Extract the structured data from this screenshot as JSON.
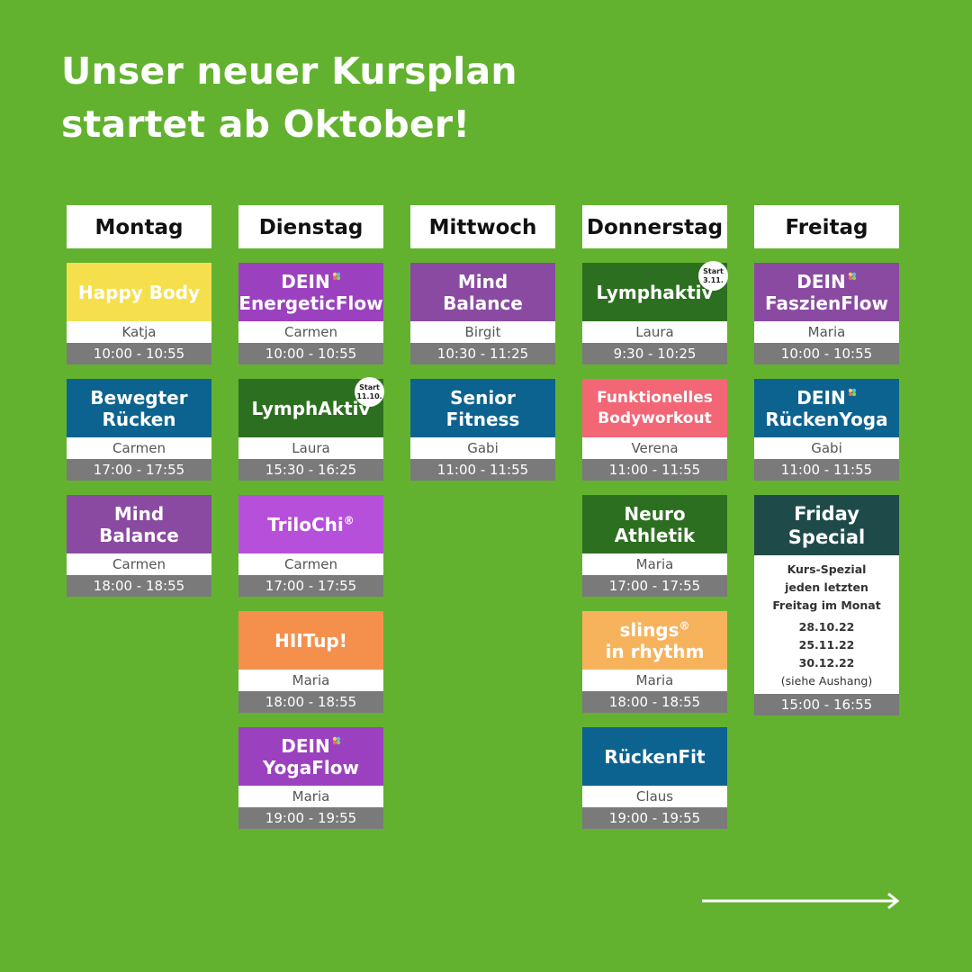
{
  "headline": {
    "line1": "Unser neuer Kursplan",
    "line2": "startet ab Oktober!"
  },
  "days": [
    {
      "name": "Montag",
      "courses": [
        {
          "lines": [
            "Happy Body"
          ],
          "color": "#f6df4c",
          "trainer": "Katja",
          "time": "10:00 - 10:55"
        },
        {
          "lines": [
            "Bewegter",
            "Rücken"
          ],
          "color": "#0d6390",
          "trainer": "Carmen",
          "time": "17:00 - 17:55"
        },
        {
          "lines": [
            "Mind",
            "Balance"
          ],
          "color": "#8a4aa2",
          "trainer": "Carmen",
          "time": "18:00 - 18:55"
        }
      ]
    },
    {
      "name": "Dienstag",
      "courses": [
        {
          "lines": [
            "DEIN",
            "EnergeticFlow"
          ],
          "dein": true,
          "color": "#9b41bf",
          "trainer": "Carmen",
          "time": "10:00 - 10:55"
        },
        {
          "lines": [
            "LymphAktiv"
          ],
          "color": "#2d6f20",
          "trainer": "Laura",
          "time": "15:30 - 16:25",
          "badge": [
            "Start",
            "11.10."
          ]
        },
        {
          "lines": [
            "TriloChi"
          ],
          "registered": true,
          "color": "#b64fd9",
          "trainer": "Carmen",
          "time": "17:00 - 17:55"
        },
        {
          "lines": [
            "HIITup!"
          ],
          "color": "#f4904c",
          "trainer": "Maria",
          "time": "18:00 - 18:55"
        },
        {
          "lines": [
            "DEIN",
            "YogaFlow"
          ],
          "dein": true,
          "color": "#9b41bf",
          "trainer": "Maria",
          "time": "19:00 - 19:55"
        }
      ]
    },
    {
      "name": "Mittwoch",
      "courses": [
        {
          "lines": [
            "Mind",
            "Balance"
          ],
          "color": "#8a4aa2",
          "trainer": "Birgit",
          "time": "10:30 - 11:25"
        },
        {
          "lines": [
            "Senior",
            "Fitness"
          ],
          "color": "#0d6390",
          "trainer": "Gabi",
          "time": "11:00 - 11:55"
        }
      ]
    },
    {
      "name": "Donnerstag",
      "courses": [
        {
          "lines": [
            "Lymphaktiv"
          ],
          "color": "#2d6f20",
          "trainer": "Laura",
          "time": "9:30 - 10:25",
          "badge": [
            "Start",
            "3.11."
          ]
        },
        {
          "lines": [
            "Funktionelles",
            "Bodyworkout"
          ],
          "small": true,
          "color": "#f26675",
          "trainer": "Verena",
          "time": "11:00 - 11:55"
        },
        {
          "lines": [
            "Neuro",
            "Athletik"
          ],
          "color": "#2d6f20",
          "trainer": "Maria",
          "time": "17:00 - 17:55"
        },
        {
          "lines": [
            "slings",
            "in rhythm"
          ],
          "registered": true,
          "color": "#f7b35c",
          "trainer": "Maria",
          "time": "18:00 - 18:55"
        },
        {
          "lines": [
            "RückenFit"
          ],
          "color": "#0d6390",
          "trainer": "Claus",
          "time": "19:00 - 19:55"
        }
      ]
    },
    {
      "name": "Freitag",
      "courses": [
        {
          "lines": [
            "DEIN",
            "FaszienFlow"
          ],
          "dein": true,
          "color": "#8a4aa2",
          "trainer": "Maria",
          "time": "10:00 - 10:55"
        },
        {
          "lines": [
            "DEIN",
            "RückenYoga"
          ],
          "dein": true,
          "color": "#0d6390",
          "trainer": "Gabi",
          "time": "11:00 - 11:55"
        }
      ],
      "special": {
        "lines": [
          "Friday",
          "Special"
        ],
        "color": "#1e4a4a",
        "note": [
          "Kurs-Spezial",
          "jeden letzten",
          "Freitag im Monat"
        ],
        "dates": [
          "28.10.22",
          "25.11.22",
          "30.12.22"
        ],
        "aside": "(siehe Aushang)",
        "time": "15:00 - 16:55"
      }
    }
  ],
  "registered_mark": "®",
  "next_arrow_icon": "arrow-right-icon"
}
